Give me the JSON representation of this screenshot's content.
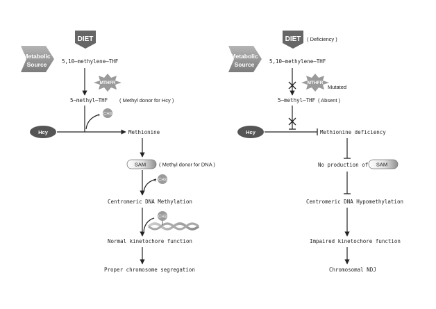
{
  "left": {
    "diet": "DIET",
    "source_line1": "Metabolic",
    "source_line2": "Source",
    "methylene_thf": "5,10–methylene–THF",
    "mthfr": "MTHFR",
    "methyl_thf": "5–methyl–THF",
    "methyl_thf_note": "( Methyl donor for Hcy )",
    "ch3_a": "CH3",
    "hcy": "Hcy",
    "methionine": "Methionine",
    "sam": "SAM",
    "sam_note": "( Methyl donor for DNA )",
    "ch3_b": "CH3",
    "centromeric": "Centromeric DNA Methylation",
    "ch3_c": "CH3",
    "kinetochore": "Normal kinetochore function",
    "segregation": "Proper chromosome segregation"
  },
  "right": {
    "diet": "DIET",
    "deficiency": "( Deficiency )",
    "source_line1": "Metabolic",
    "source_line2": "Source",
    "methylene_thf": "5,10–methylene–THF",
    "mthfr": "MTHFR",
    "mutated": "Mutated",
    "methyl_thf": "5–methyl–THF",
    "absent": "( Absent )",
    "hcy": "Hcy",
    "methionine_deficiency": "Methionine deficiency",
    "no_production": "No production of",
    "sam": "SAM",
    "hypomethylation": "Centromeric DNA Hypomethylation",
    "impaired": "Impaired kinetochore function",
    "ndj": "Chromosomal NDJ"
  },
  "colors": {
    "dark_gray": "#555555",
    "medium_gray": "#9a9a9a",
    "light_gray": "#c8c8c8"
  }
}
